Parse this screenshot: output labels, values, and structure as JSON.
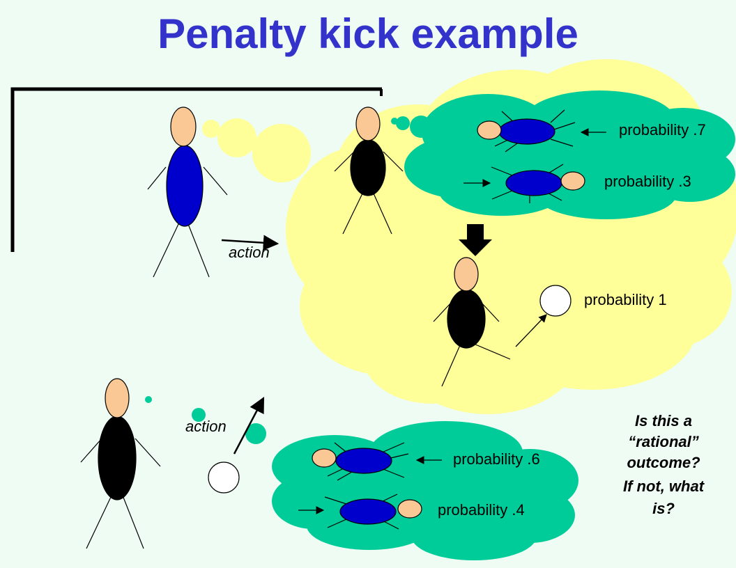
{
  "slide": {
    "title": "Penalty kick example"
  },
  "labels": {
    "action_top": "action",
    "action_bottom": "action",
    "prob_07": "probability .7",
    "prob_03": "probability .3",
    "prob_1": "probability 1",
    "prob_06": "probability .6",
    "prob_04": "probability .4"
  },
  "question": {
    "lines": [
      "Is this a",
      "“rational”",
      "outcome?",
      "If not, what",
      "is?"
    ]
  },
  "colors": {
    "title": "#3333cc",
    "background": "#eefcf4",
    "thought_yellow": "#ffff99",
    "thought_green": "#00cc99",
    "skin": "#f9c894",
    "goalie_blue": "#0000cc",
    "kicker_black": "#000000",
    "ball": "#ffffff"
  },
  "icons": {
    "goal": "goal-frame-icon",
    "goalie": "stick-figure-goalie-icon",
    "kicker": "stick-figure-kicker-icon",
    "ball": "ball-icon",
    "arrow": "arrow-icon"
  }
}
